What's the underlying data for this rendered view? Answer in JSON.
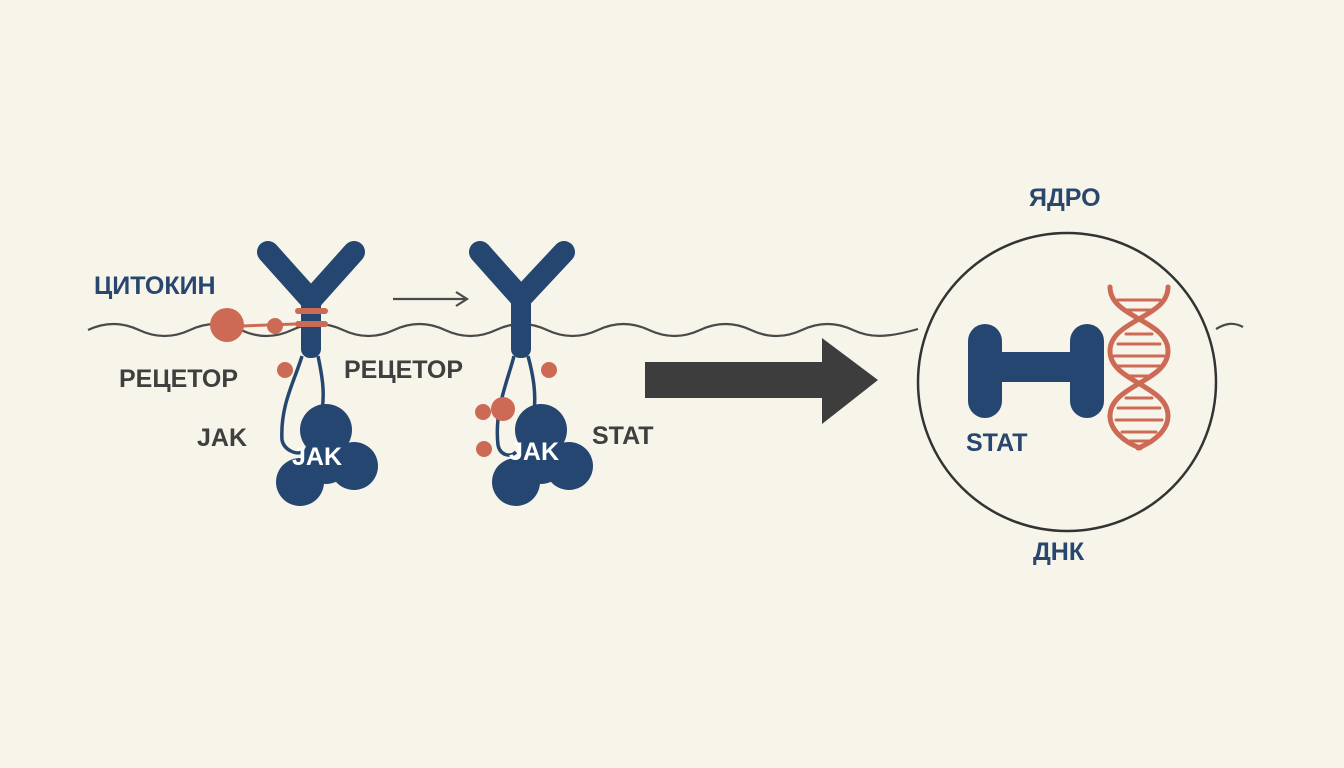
{
  "labels": {
    "cytokine": "ЦИТОКИН",
    "receptor_1": "РЕЦЕТОР",
    "receptor_2": "РЕЦЕТОР",
    "jak_side": "JAK",
    "jak_blob_1": "JAK",
    "jak_blob_2": "JAK",
    "stat_side": "STAT",
    "stat_nucleus": "STAT",
    "nucleus": "ЯДРО",
    "dna": "ДНК"
  },
  "colors": {
    "background": "#f7f4ea",
    "protein": "#254670",
    "signal": "#cc6a55",
    "line": "#4a4a4a",
    "big_arrow": "#3d3d3d",
    "text_dark": "#3f3f3f",
    "text_blue": "#28466e"
  }
}
